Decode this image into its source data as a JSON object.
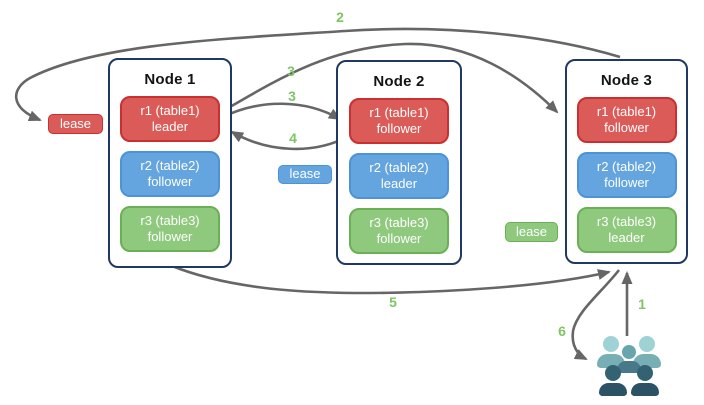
{
  "diagram": {
    "nodes": [
      {
        "title": "Node 1",
        "replicas": [
          {
            "name": "r1 (table1)",
            "role": "leader",
            "color": "red"
          },
          {
            "name": "r2 (table2)",
            "role": "follower",
            "color": "blue"
          },
          {
            "name": "r3 (table3)",
            "role": "follower",
            "color": "green"
          }
        ]
      },
      {
        "title": "Node 2",
        "replicas": [
          {
            "name": "r1 (table1)",
            "role": "follower",
            "color": "red"
          },
          {
            "name": "r2 (table2)",
            "role": "leader",
            "color": "blue"
          },
          {
            "name": "r3 (table3)",
            "role": "follower",
            "color": "green"
          }
        ]
      },
      {
        "title": "Node 3",
        "replicas": [
          {
            "name": "r1 (table1)",
            "role": "follower",
            "color": "red"
          },
          {
            "name": "r2 (table2)",
            "role": "follower",
            "color": "blue"
          },
          {
            "name": "r3 (table3)",
            "role": "leader",
            "color": "green"
          }
        ]
      }
    ],
    "leases": [
      {
        "label": "lease",
        "color": "red"
      },
      {
        "label": "lease",
        "color": "blue"
      },
      {
        "label": "lease",
        "color": "green"
      }
    ],
    "arrow_labels": [
      "1",
      "2",
      "3",
      "3",
      "4",
      "5",
      "6"
    ],
    "icons": [
      "users-icon"
    ]
  },
  "colors": {
    "node-border": "#1F3864",
    "arrow": "#666666",
    "label-green": "#7FC465",
    "red-fill": "#DB5B58",
    "red-border": "#C9302F",
    "blue-fill": "#64A4DF",
    "blue-border": "#4C94D6",
    "green-fill": "#8FC97E",
    "green-border": "#6BB054",
    "teal-light": "#9FD2D4",
    "teal-light-body": "#77AFB4",
    "teal-mid": "#68A6AE",
    "teal-mid-body": "#47798B",
    "teal-dark": "#336272",
    "teal-dark-body": "#2B5265"
  }
}
